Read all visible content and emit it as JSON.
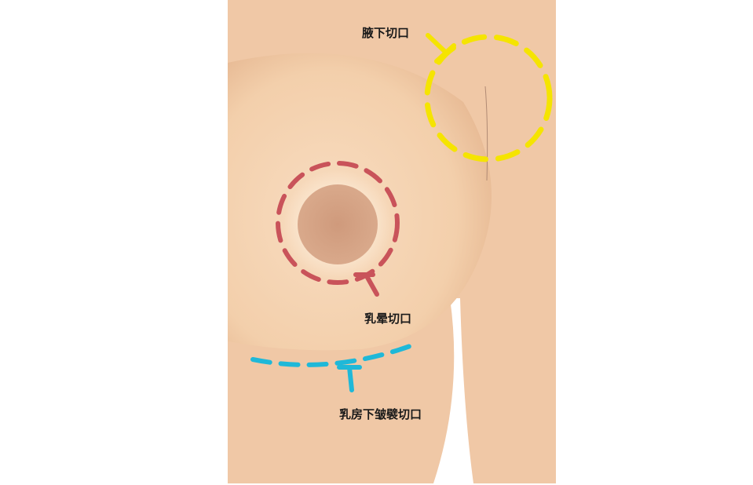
{
  "diagram": {
    "type": "anatomical-illustration",
    "subject": "breast incision locations",
    "labels": {
      "axillary": "腋下切口",
      "periareolar": "乳晕切口",
      "inframammary": "乳房下皱襞切口"
    },
    "colors": {
      "skin": "#f0c8a6",
      "breast": "#f2d0ae",
      "areola": "#d7a486",
      "axillary_line": "#f5e400",
      "periareolar_line": "#c9535a",
      "inframammary_line": "#1fb8d8",
      "background": "#ffffff"
    }
  }
}
